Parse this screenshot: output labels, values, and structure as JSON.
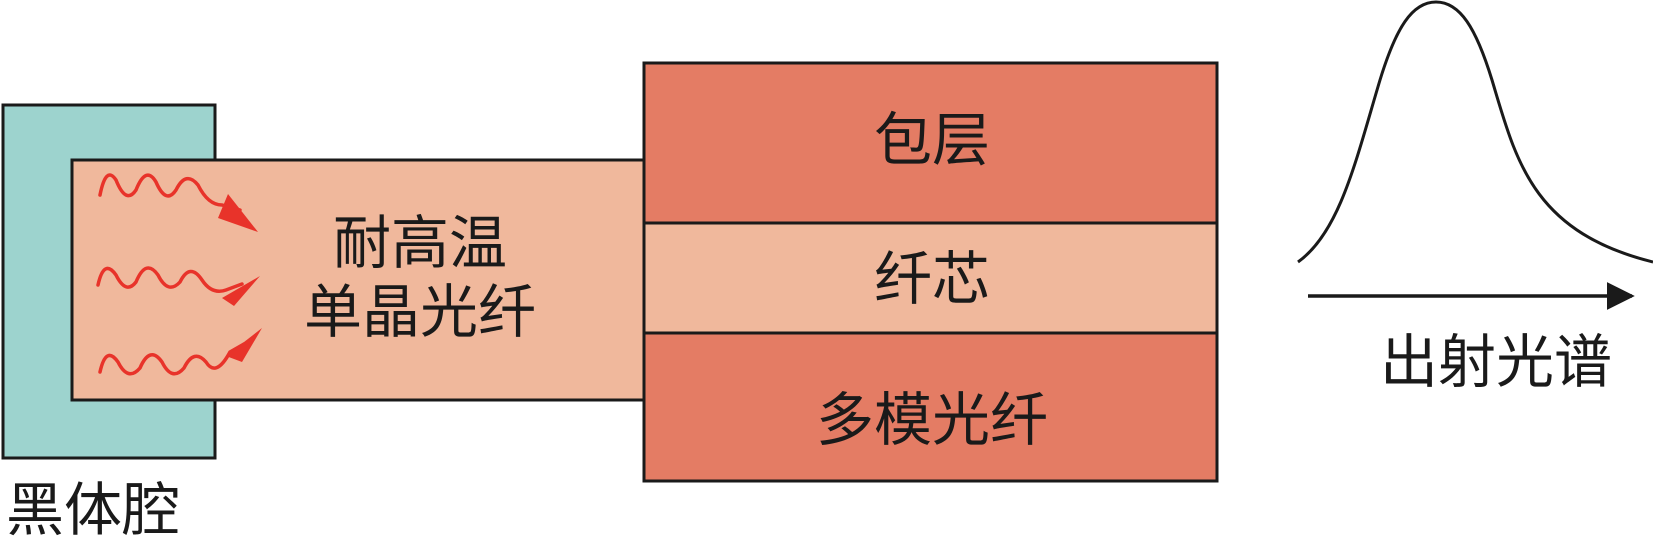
{
  "labels": {
    "blackbody_cavity": "黑体腔",
    "single_crystal_line1": "耐高温",
    "single_crystal_line2": "单晶光纤",
    "cladding": "包层",
    "core": "纤芯",
    "multimode_fiber": "多模光纤",
    "output_spectrum": "出射光谱"
  },
  "colors": {
    "cavity": "#9dd3ce",
    "crystal_fiber": "#f0b89c",
    "cladding": "#e47c64",
    "core": "#f0b89c",
    "radiation": "#e8332a",
    "stroke": "#1a1a1a"
  },
  "icons": {
    "radiation": "wavy-arrow-icon",
    "spectrum": "gaussian-curve-icon",
    "spectrum_axis": "right-arrow-icon"
  }
}
